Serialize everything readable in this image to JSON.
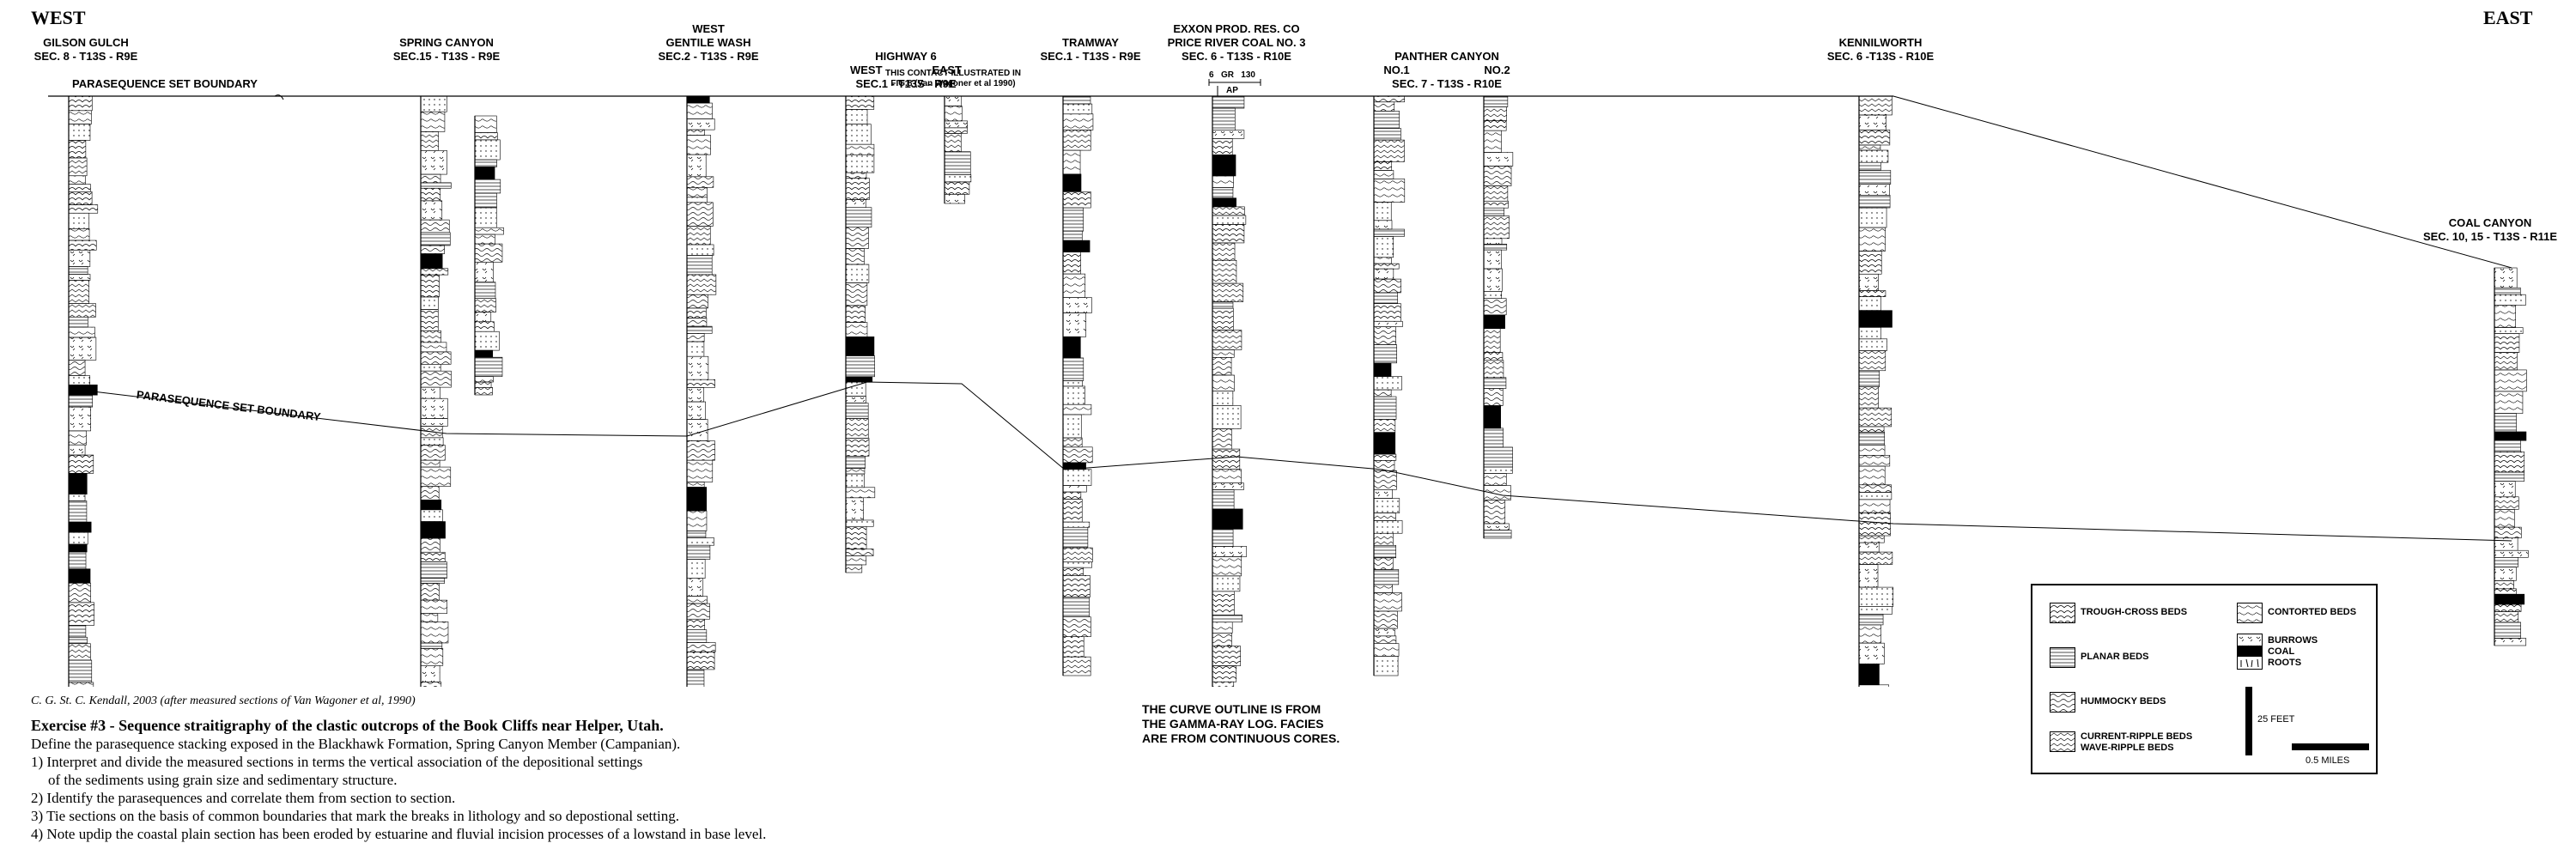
{
  "directions": {
    "west": "WEST",
    "east": "EAST"
  },
  "sections": [
    {
      "line1": "",
      "line2": "GILSON GULCH",
      "line3": "SEC. 8 - T13S - R9E"
    },
    {
      "line1": "",
      "line2": "SPRING CANYON",
      "line3": "SEC.15 - T13S - R9E"
    },
    {
      "line1": "WEST",
      "line2": "GENTILE WASH",
      "line3": "SEC.2 - T13S - R9E"
    },
    {
      "line1": "HIGHWAY 6",
      "line2": "WEST                EAST",
      "line3": "SEC.1 - T13S - R9E"
    },
    {
      "line1": "",
      "line2": "TRAMWAY",
      "line3": "SEC.1 - T13S - R9E"
    },
    {
      "line1": "EXXON PROD. RES. CO",
      "line2": "PRICE RIVER COAL NO. 3",
      "line3": "SEC. 6 - T13S - R10E"
    },
    {
      "line1": "PANTHER CANYON",
      "line2": "NO.1                        NO.2",
      "line3": "SEC. 7 - T13S - R10E"
    },
    {
      "line1": "",
      "line2": "KENNILWORTH",
      "line3": "SEC. 6 -T13S - R10E"
    },
    {
      "line1": "",
      "line2": "COAL CANYON",
      "line3": "SEC. 10, 15 - T13S - R11E"
    }
  ],
  "boundaries": {
    "upper": "PARASEQUENCE SET BOUNDARY",
    "lower": "PARASEQUENCE SET BOUNDARY"
  },
  "contact_note": {
    "line1": "THIS CONTACT ILLUSTRATED IN",
    "line2": "FIG.8 (Van Wagoner et al 1990)"
  },
  "gamma_ray": {
    "left": "6",
    "mid": "GR",
    "right": "130",
    "ap": "AP"
  },
  "curve_note": {
    "line1": "THE CURVE OUTLINE IS FROM",
    "line2": "THE GAMMA-RAY LOG.  FACIES",
    "line3": "ARE FROM CONTINUOUS CORES."
  },
  "exercise": {
    "credit": "C. G. St. C. Kendall, 2003 (after measured sections of Van Wagoner et al, 1990)",
    "title": "Exercise #3 - Sequence straitigraphy of the clastic outcrops of the Book Cliffs near Helper, Utah.",
    "intro": "Define the parasequence stacking exposed in the Blackhawk Formation, Spring Canyon Member (Campanian).",
    "item1a": "1)  Interpret and divide the measured sections in terms the vertical association of the depositional settings",
    "item1b": "of the sediments using grain size and sedimentary structure.",
    "item2": "2)  Identify the parasequences and correlate them from section to section.",
    "item3": "3)  Tie sections on the basis of common boundaries that mark the breaks in lithology and so depostional  setting.",
    "item4": "4)  Note updip the coastal plain section has been eroded by estuarine and fluvial incision processes of a lowstand in base level."
  },
  "legend": {
    "trough": "TROUGH-CROSS BEDS",
    "planar": "PLANAR BEDS",
    "hummocky": "HUMMOCKY BEDS",
    "ripple1": "CURRENT-RIPPLE BEDS",
    "ripple2": "WAVE-RIPPLE BEDS",
    "contorted": "CONTORTED BEDS",
    "burrows": "BURROWS",
    "coal": "COAL",
    "roots": "ROOTS",
    "scale_ft": "25 FEET",
    "scale_mi": "0.5 MILES"
  }
}
